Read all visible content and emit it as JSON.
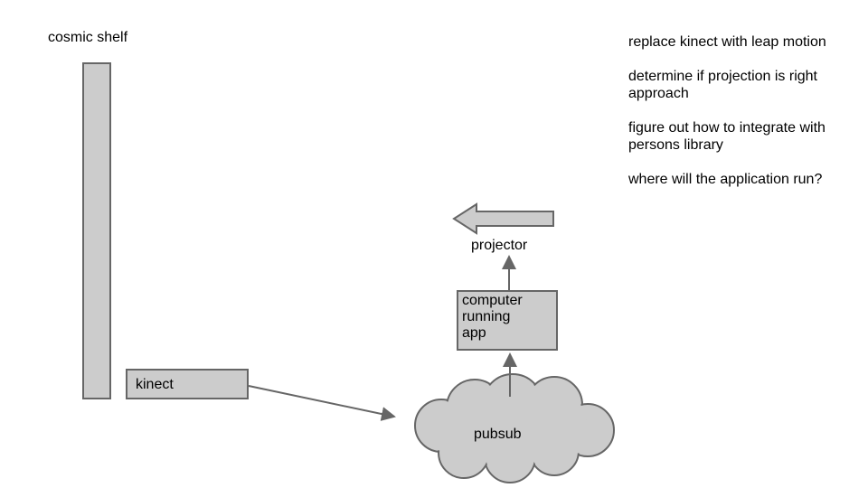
{
  "diagram": {
    "shelf_label": "cosmic shelf",
    "kinect_label": "kinect",
    "pubsub_label": "pubsub",
    "computer_label_lines": [
      "computer",
      "running",
      "app"
    ],
    "projector_label": "projector"
  },
  "notes": [
    "replace kinect with leap motion",
    "determine if projection is right approach",
    "figure out how to integrate with persons library",
    "where will the application run?"
  ],
  "colors": {
    "shape_fill": "#cccccc",
    "shape_stroke": "#666666",
    "connector": "#666666",
    "text": "#000000"
  }
}
